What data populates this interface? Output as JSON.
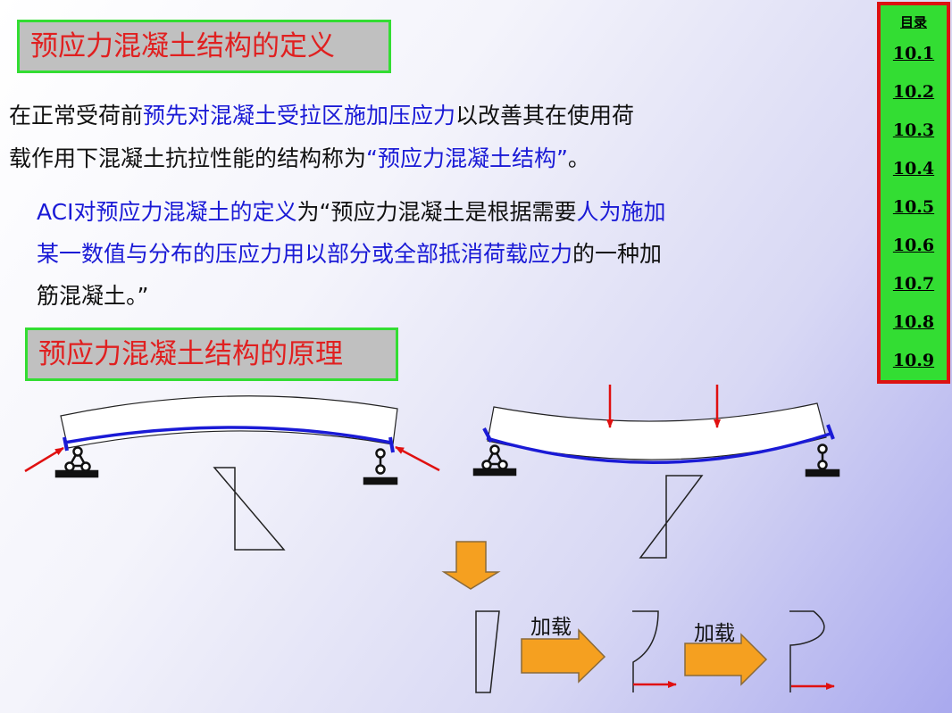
{
  "title1": "预应力混凝土结构的定义",
  "paragraph1": {
    "line1": [
      {
        "text": "在正常受荷前",
        "style": "normal"
      },
      {
        "text": "预先对混凝土受拉区施加压应力",
        "style": "blue"
      },
      {
        "text": "以改善其在使用荷",
        "style": "normal"
      }
    ],
    "line2": [
      {
        "text": "载作用下混凝土抗拉性能的结构称为",
        "style": "normal"
      },
      {
        "text": "“预应力混凝土结构”",
        "style": "blue"
      },
      {
        "text": "。",
        "style": "normal"
      }
    ]
  },
  "paragraph2": {
    "line1": [
      {
        "text": "ACI对预应力混凝土的定义",
        "style": "blue"
      },
      {
        "text": "为“预应力混凝土是根据需要",
        "style": "normal"
      },
      {
        "text": "人为施加",
        "style": "blue"
      }
    ],
    "line2": [
      {
        "text": "某一数值与分布的压应力用以部分或全部抵消荷载应力",
        "style": "blue"
      },
      {
        "text": "的一种加",
        "style": "normal"
      }
    ],
    "line3": [
      {
        "text": "筋混凝土。”",
        "style": "normal"
      }
    ]
  },
  "title2": "预应力混凝土结构的原理",
  "toc": {
    "title": "目录",
    "items": [
      "10.1",
      "10.2",
      "10.3",
      "10.4",
      "10.5",
      "10.6",
      "10.7",
      "10.8",
      "10.9"
    ]
  },
  "diagram": {
    "load_label_1": "加载",
    "load_label_2": "加载"
  },
  "colors": {
    "title_text": "#e02020",
    "title_bg": "#c0c0c0",
    "title_border": "#33dd33",
    "emphasis_text": "#1a1ad6",
    "toc_bg": "#33dd33",
    "toc_border": "#dd1111",
    "arrow_fill": "#f5a020",
    "tendon": "#1a1ad6",
    "force_arrow": "#e01010"
  }
}
